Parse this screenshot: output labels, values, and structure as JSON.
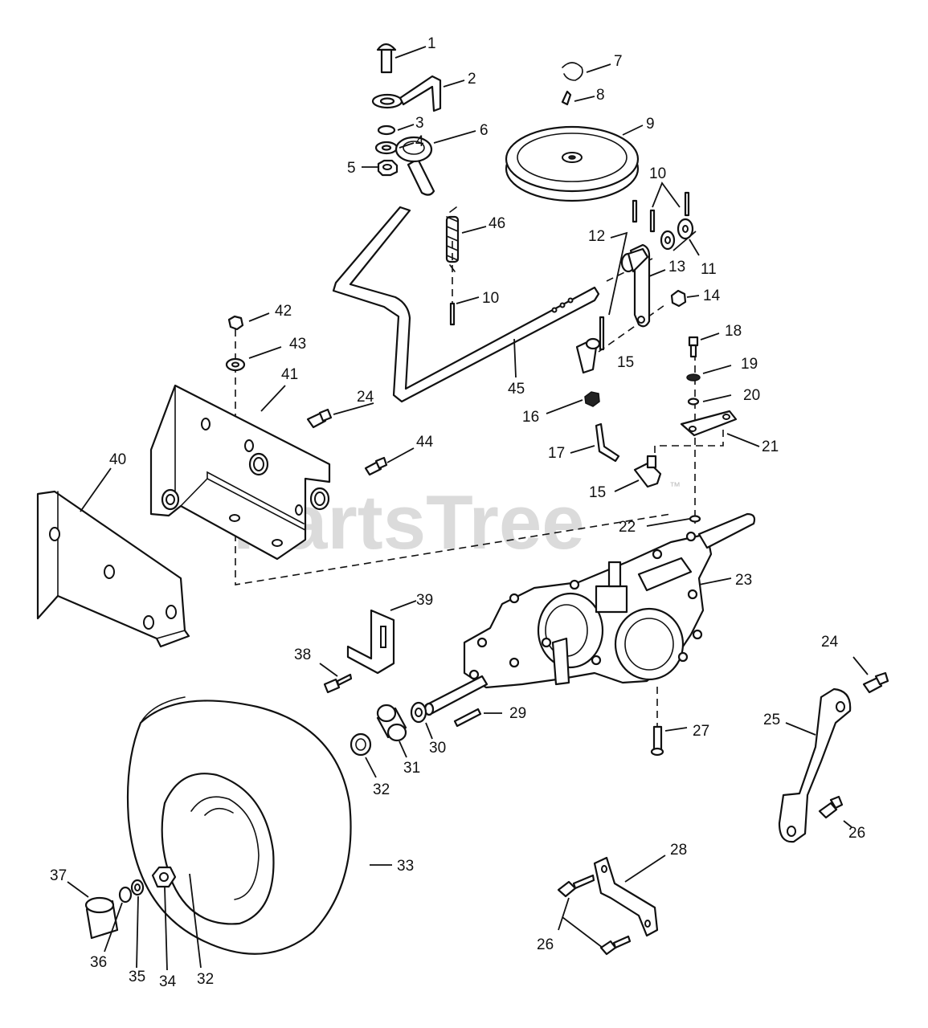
{
  "watermark": {
    "text": "PartsTree",
    "trademark": "™"
  },
  "callouts": [
    "1",
    "2",
    "3",
    "4",
    "5",
    "6",
    "7",
    "8",
    "9",
    "10",
    "10",
    "10",
    "11",
    "12",
    "13",
    "14",
    "15",
    "15",
    "16",
    "17",
    "18",
    "19",
    "20",
    "21",
    "22",
    "23",
    "24",
    "24",
    "25",
    "26",
    "26",
    "27",
    "28",
    "29",
    "30",
    "31",
    "32",
    "32",
    "33",
    "34",
    "35",
    "36",
    "37",
    "38",
    "39",
    "40",
    "41",
    "42",
    "43",
    "44",
    "45",
    "46"
  ]
}
